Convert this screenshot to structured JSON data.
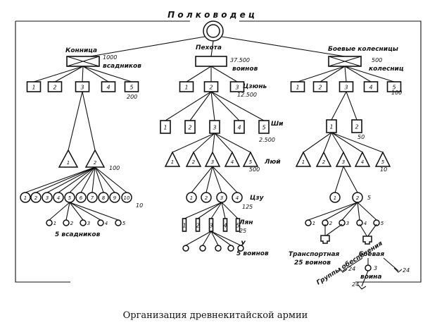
{
  "top": {
    "title": "П о л к о в о д е ц"
  },
  "cavalry": {
    "title": "Конница",
    "count": "1000",
    "count_unit": "всадников",
    "units": [
      "1",
      "2",
      "3",
      "4",
      "5"
    ],
    "units_note": "200",
    "triangles": [
      "1",
      "2"
    ],
    "triangles_note": "100",
    "circles": [
      "1",
      "2",
      "3",
      "4",
      "5",
      "6",
      "7",
      "8",
      "9",
      "10"
    ],
    "circles_note": "10",
    "small": [
      "1",
      "2",
      "3",
      "4",
      "5"
    ],
    "small_note": "5 всадников"
  },
  "infantry": {
    "title": "Пехота",
    "count": "37.500",
    "count_unit": "воинов",
    "units": [
      "1",
      "2",
      "3"
    ],
    "units_label": "Цзюнь",
    "units_note": "12.500",
    "shi": [
      "1",
      "2",
      "3",
      "4",
      "5"
    ],
    "shi_label": "Ши",
    "shi_note": "2.500",
    "lu": [
      "1",
      "2",
      "3",
      "4",
      "5"
    ],
    "lu_label": "Люй",
    "lu_note": "500",
    "zu": [
      "1",
      "2",
      "3",
      "4"
    ],
    "zu_label": "Цзу",
    "zu_note": "125",
    "lian": [
      "1",
      "2",
      "3",
      "4",
      "5"
    ],
    "lian_label": "Лян",
    "lian_note": "25",
    "wu_label": "У",
    "wu_note": "5 воинов"
  },
  "chariots": {
    "title": "Боевые колесницы",
    "count": "500",
    "count_unit": "колесниц",
    "units": [
      "1",
      "2",
      "3",
      "4",
      "5"
    ],
    "units_note": "100",
    "pair": [
      "1",
      "2"
    ],
    "pair_note": "50",
    "triangles": [
      "1",
      "2",
      "3",
      "4",
      "5"
    ],
    "triangles_note": "10",
    "circles": [
      "1",
      "2"
    ],
    "circles_note": "5",
    "small": [
      "1",
      "2",
      "3",
      "4",
      "5"
    ],
    "transport": "Транспортная",
    "transport_note": "25 воинов",
    "combat": "боевая",
    "group_nums": [
      "24",
      "3",
      "24",
      "24"
    ],
    "group_word": "воина",
    "support_groups": "Группы обеспечения"
  },
  "caption": "Организация древнекитайской армии"
}
